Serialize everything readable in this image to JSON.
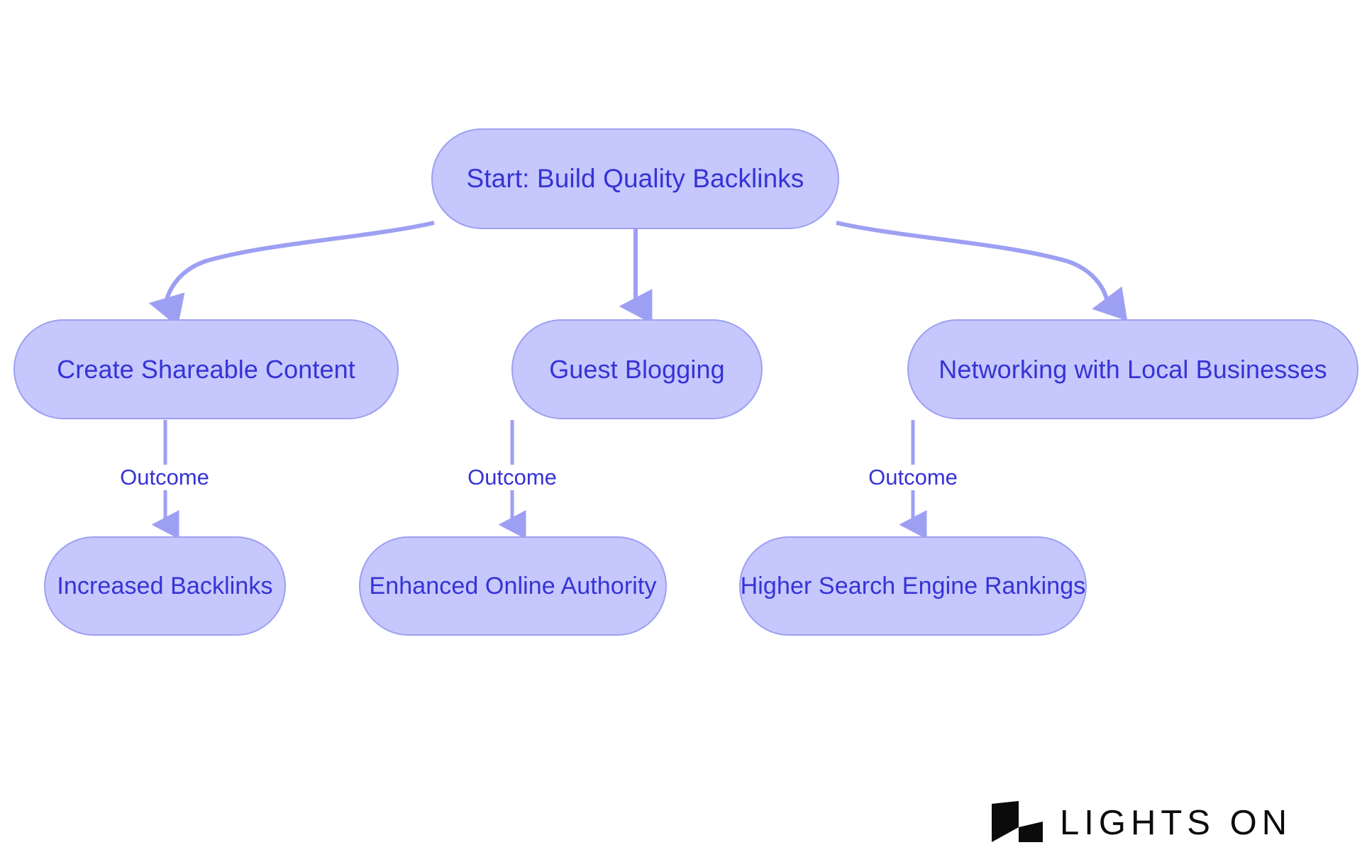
{
  "diagram": {
    "type": "flowchart",
    "orientation": "top-down",
    "background_color": "#FFFFFF",
    "node_fill_color": "#C6C7FC",
    "node_stroke_color": "#9DA0F2",
    "node_text_color": "#3633D6",
    "edge_color": "#9DA0F2",
    "nodes": [
      {
        "id": "start",
        "label": "Start: Build Quality Backlinks",
        "row": 1
      },
      {
        "id": "create_content",
        "label": "Create Shareable Content",
        "row": 2
      },
      {
        "id": "guest_blogging",
        "label": "Guest Blogging",
        "row": 2
      },
      {
        "id": "networking",
        "label": "Networking with Local Businesses",
        "row": 2
      },
      {
        "id": "increased_backlinks",
        "label": "Increased Backlinks",
        "row": 3
      },
      {
        "id": "online_authority",
        "label": "Enhanced Online Authority",
        "row": 3
      },
      {
        "id": "higher_rankings",
        "label": "Higher Search Engine Rankings",
        "row": 3
      }
    ],
    "edges": [
      {
        "from": "start",
        "to": "create_content",
        "label": ""
      },
      {
        "from": "start",
        "to": "guest_blogging",
        "label": ""
      },
      {
        "from": "start",
        "to": "networking",
        "label": ""
      },
      {
        "from": "create_content",
        "to": "increased_backlinks",
        "label": "Outcome"
      },
      {
        "from": "guest_blogging",
        "to": "online_authority",
        "label": "Outcome"
      },
      {
        "from": "networking",
        "to": "higher_rankings",
        "label": "Outcome"
      }
    ]
  },
  "brand": {
    "wordmark": "LIGHTS ON",
    "mark_name": "lights-on-logo-mark",
    "color": "#0B0B0B"
  }
}
